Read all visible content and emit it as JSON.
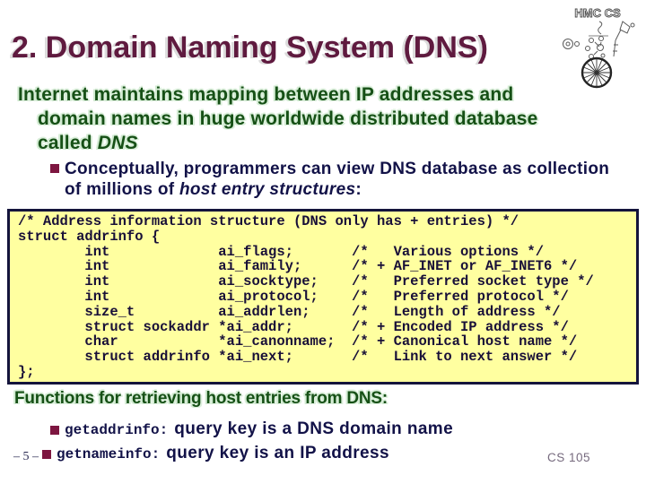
{
  "slide": {
    "title": "2. Domain Naming System (DNS)",
    "logo": {
      "text": "HMC CS"
    },
    "intro": {
      "line1": "Internet maintains mapping between IP addresses and",
      "line2": "domain names in huge worldwide distributed database",
      "line3_pre": "called ",
      "line3_italic": "DNS"
    },
    "concept_bullet": {
      "line1": "Conceptually, programmers can view DNS database as collection",
      "line2_pre": "of millions of ",
      "line2_italic": "host entry structures",
      "line2_post": ":"
    },
    "code": {
      "lines": [
        "/* Address information structure (DNS only has + entries) */",
        "struct addrinfo {",
        "        int             ai_flags;       /*   Various options */",
        "        int             ai_family;      /* + AF_INET or AF_INET6 */",
        "        int             ai_socktype;    /*   Preferred socket type */",
        "        int             ai_protocol;    /*   Preferred protocol */",
        "        size_t          ai_addrlen;     /*   Length of address */",
        "        struct sockaddr *ai_addr;       /* + Encoded IP address */",
        "        char            *ai_canonname;  /* + Canonical host name */",
        "        struct addrinfo *ai_next;       /*   Link to next answer */",
        "};"
      ]
    },
    "functions_heading": "Functions for retrieving host entries from DNS:",
    "function_bullets": [
      {
        "name": "getaddrinfo:",
        "desc": "query key is a DNS domain name"
      },
      {
        "name": "getnameinfo:",
        "desc": "query key is an IP address"
      }
    ],
    "footer": {
      "page": "– 5 –",
      "course": "CS 105"
    }
  },
  "colors": {
    "title_maroon": "#5f1a3f",
    "heading_green": "#165016",
    "heading_glow": "#d2ebd2",
    "body_navy": "#121248",
    "bullet_square_maroon": "#7d1640",
    "code_background": "#ffffa0",
    "code_border": "#14143c",
    "code_text": "#180f38",
    "footer_muted": "#766a7e"
  }
}
